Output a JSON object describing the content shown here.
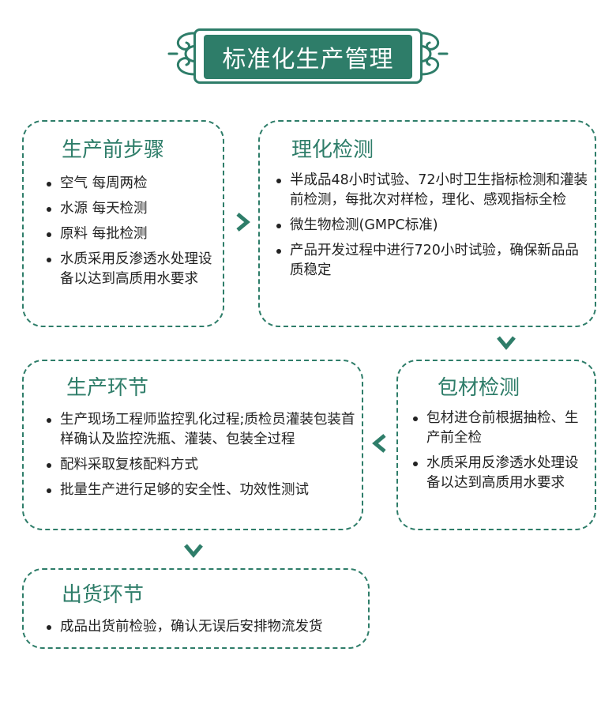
{
  "title": "标准化生产管理",
  "panels": {
    "production_prep": {
      "title": "生产前步骤",
      "items": [
        "空气 每周两检",
        "水源 每天检测",
        "原料 每批检测",
        "水质采用反渗透水处理设备以达到高质用水要求"
      ]
    },
    "physicochemical": {
      "title": "理化检测",
      "items": [
        "半成品48小时试验、72小时卫生指标检测和灌装前检测，每批次对样检，理化、感观指标全检",
        "微生物检测(GMPC标准)",
        "产品开发过程中进行720小时试验，确保新品品质稳定"
      ]
    },
    "packaging_test": {
      "title": "包材检测",
      "items": [
        "包材进仓前根据抽检、生产前全检",
        "水质采用反渗透水处理设备以达到高质用水要求"
      ]
    },
    "production": {
      "title": "生产环节",
      "items": [
        "生产现场工程师监控乳化过程;质检员灌装包装首样确认及监控洗瓶、灌装、包装全过程",
        "配料采取复核配料方式",
        "批量生产进行足够的安全性、功效性测试"
      ]
    },
    "shipping": {
      "title": "出货环节",
      "items": [
        "成品出货前检验，确认无误后安排物流发货"
      ]
    }
  },
  "colors": {
    "accent": "#2e7d69",
    "text": "#222222",
    "background": "#ffffff"
  },
  "icons": {
    "flow_arrow": "chevron-icon",
    "title_ornament": "cloud-scroll-icon"
  }
}
